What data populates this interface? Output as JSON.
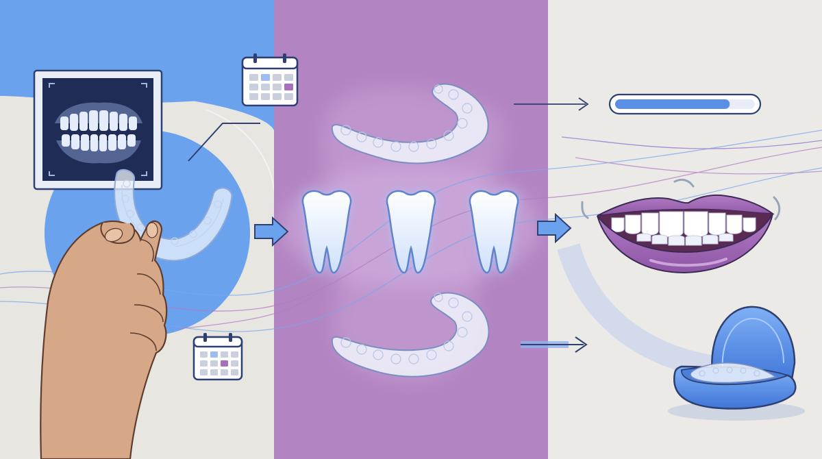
{
  "colors": {
    "left_blue": "#6aa2ee",
    "left_cream": "#e7e6e1",
    "middle_purple": "#b284c2",
    "middle_purple_light": "#c9a3d6",
    "right_cream": "#ebeae6",
    "navy": "#2e3f72",
    "xray_dark": "#1f2c55",
    "accent_blue": "#5b8fe6",
    "lip_purple": "#a86fbd",
    "skin": "#d7a888",
    "tooth_white": "#f4f8ff",
    "tooth_glow": "#a9c4f7"
  },
  "icons": [
    "xray-icon",
    "calendar-icon",
    "aligner-tray-icon",
    "hand-icon",
    "tooth-icon",
    "arrow-right-icon",
    "progress-bar-icon",
    "smile-icon",
    "retainer-case-icon"
  ],
  "progress": {
    "value": 0.82
  },
  "calendars": [
    {
      "id": "top",
      "highlight_col": 3,
      "highlight_row": 1
    },
    {
      "id": "bottom",
      "highlight_col": 2,
      "highlight_row": 1
    }
  ]
}
